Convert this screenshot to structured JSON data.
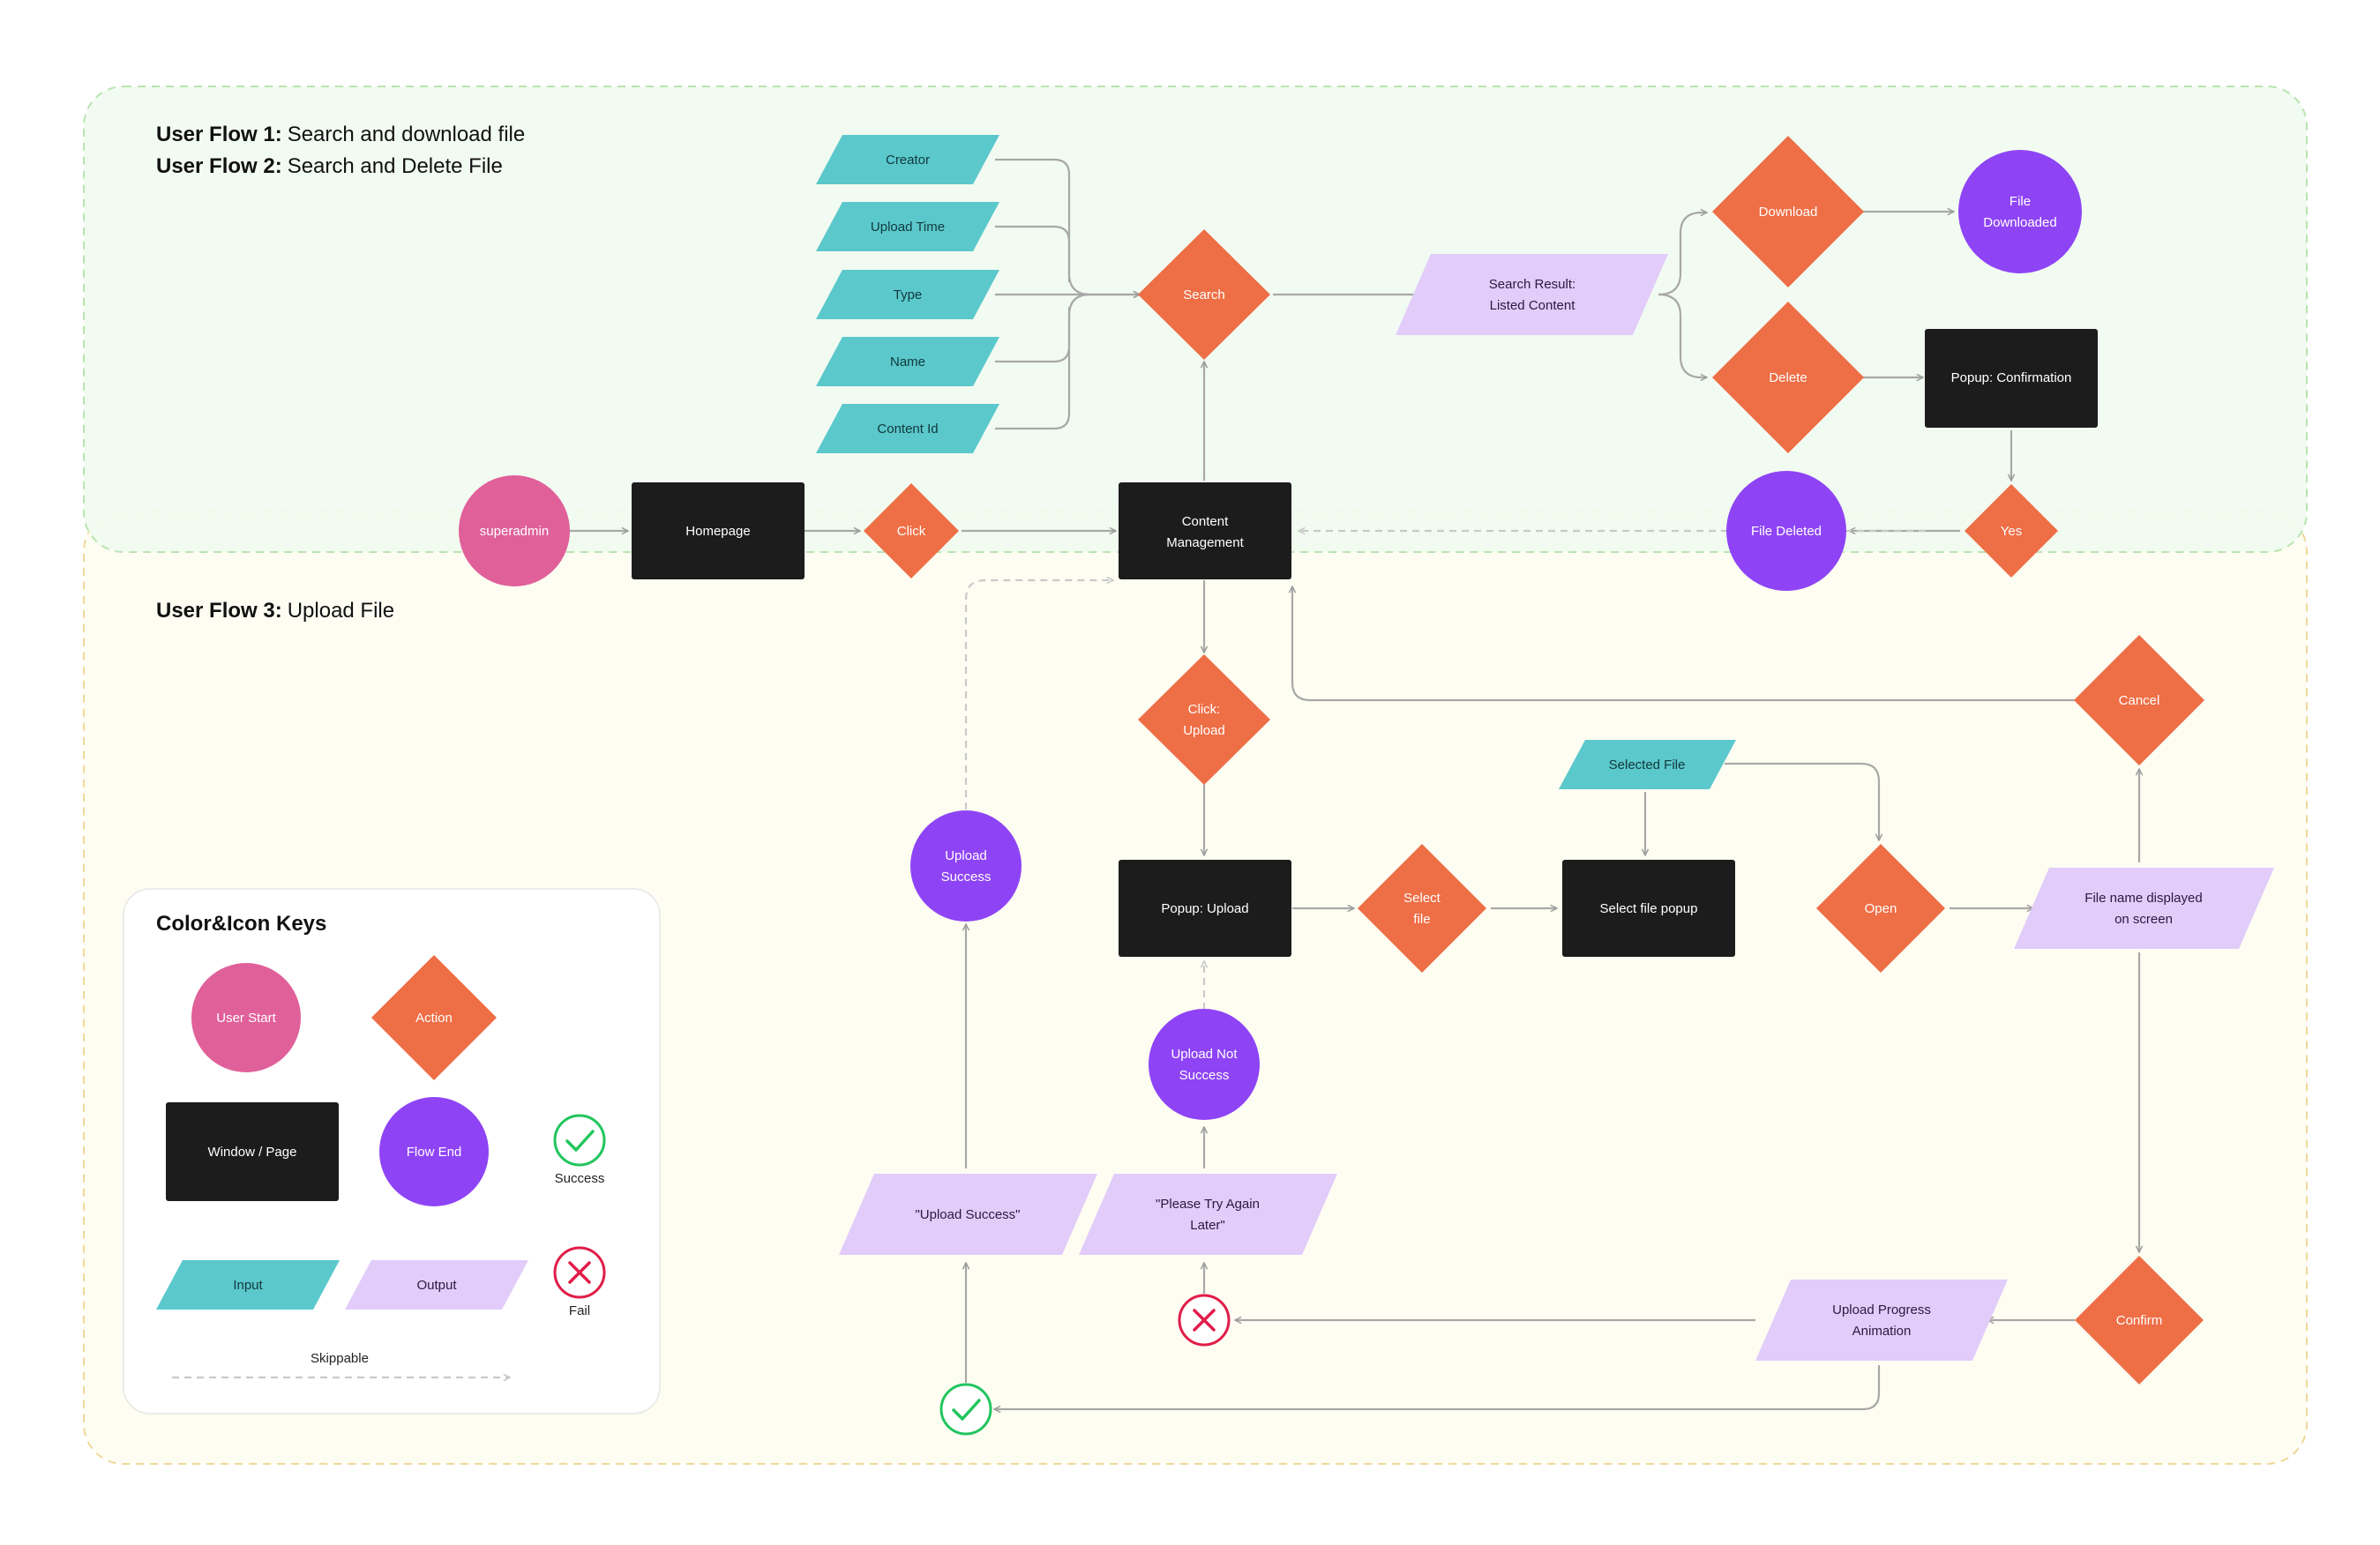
{
  "titles": {
    "flow1_bold": "User Flow 1:",
    "flow1_text": "Search and download file",
    "flow2_bold": "User Flow 2:",
    "flow2_text": "Search and Delete File",
    "flow3_bold": "User Flow 3:",
    "flow3_text": "Upload File"
  },
  "colors": {
    "user_start": "#E0609A",
    "action": "#EE6E46",
    "window": "#1C1C1C",
    "flow_end": "#8E44F5",
    "input": "#5BC8CC",
    "output": "#E1CCFA",
    "success": "#22C55E",
    "fail": "#E11D48",
    "zone1_bg": "#F1FBF0",
    "zone3_bg": "#FEFDF2"
  },
  "nodes": {
    "creator": "Creator",
    "upload_time": "Upload Time",
    "type": "Type",
    "name": "Name",
    "content_id": "Content Id",
    "search": "Search",
    "search_result_1": "Search Result:",
    "search_result_2": "Listed Content",
    "download": "Download",
    "file_downloaded_1": "File",
    "file_downloaded_2": "Downloaded",
    "delete": "Delete",
    "popup_confirmation": "Popup: Confirmation",
    "superadmin": "superadmin",
    "homepage": "Homepage",
    "click": "Click",
    "content_mgmt_1": "Content",
    "content_mgmt_2": "Management",
    "file_deleted": "File Deleted",
    "yes": "Yes",
    "click_upload_1": "Click:",
    "click_upload_2": "Upload",
    "cancel": "Cancel",
    "selected_file": "Selected File",
    "upload_success_1": "Upload",
    "upload_success_2": "Success",
    "popup_upload": "Popup: Upload",
    "select_file_1": "Select",
    "select_file_2": "file",
    "select_file_popup": "Select file popup",
    "open": "Open",
    "file_name_1": "File name displayed",
    "file_name_2": "on screen",
    "upload_not_success_1": "Upload Not",
    "upload_not_success_2": "Success",
    "upload_success_msg": "\"Upload Success\"",
    "try_again_1": "\"Please Try Again",
    "try_again_2": "Later\"",
    "upload_progress_1": "Upload Progress",
    "upload_progress_2": "Animation",
    "confirm": "Confirm"
  },
  "keys": {
    "title": "Color&Icon Keys",
    "user_start": "User Start",
    "action": "Action",
    "window": "Window / Page",
    "flow_end": "Flow End",
    "success": "Success",
    "input": "Input",
    "output": "Output",
    "fail": "Fail",
    "skippable": "Skippable"
  }
}
